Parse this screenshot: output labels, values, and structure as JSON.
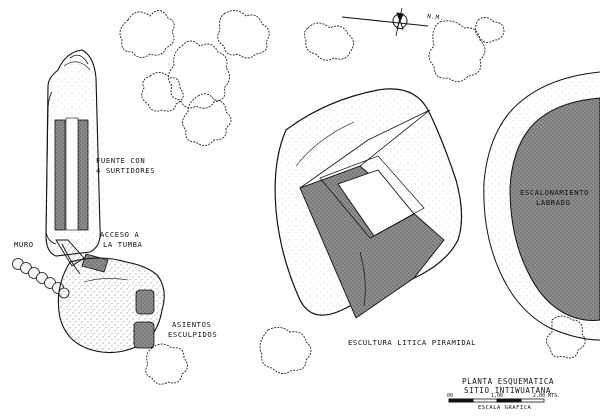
{
  "labels": {
    "fuente_line1": "FUENTE CON",
    "fuente_line2": "4 SURTIDORES",
    "acceso_line1": "ACCESO A",
    "acceso_line2": "LA TUMBA",
    "muro": "MURO",
    "asientos_line1": "ASIENTOS",
    "asientos_line2": "ESCULPIDOS",
    "escultura": "ESCULTURA LITICA PIRAMIDAL",
    "escalonamiento_line1": "ESCALONAMIENTO",
    "escalonamiento_line2": "LABRADO"
  },
  "north_arrow": {
    "label": "N.M."
  },
  "title_block": {
    "line1": "PLANTA ESQUEMATICA",
    "line2": "SITIO  INTIWUATANA",
    "scale_ticks": [
      "00",
      "1,00",
      "2,00 MTS."
    ],
    "scale_caption": "ESCALA GRAFICA"
  }
}
